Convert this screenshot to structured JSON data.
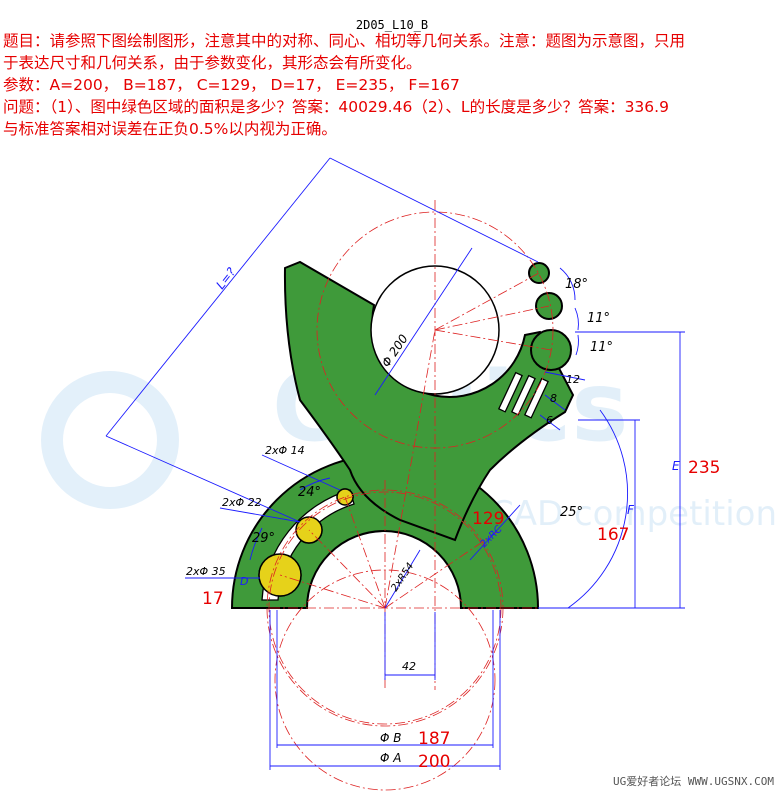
{
  "drawing_code": "2D05_L10_B",
  "task": {
    "line1": "题目：请参照下图绘制图形，注意其中的对称、同心、相切等几何关系。注意：题图为示意图，只用",
    "line2": "于表达尺寸和几何关系，由于参数变化，其形态会有所变化。",
    "params": "参数：A=200，  B=187，  C=129，  D=17，  E=235，  F=167",
    "question": "问题：（1）、图中绿色区域的面积是多少？答案：40029.46（2）、L的长度是多少？答案：336.9",
    "tolerance": "与标准答案相对误差在正负0.5%以内视为正确。"
  },
  "dims": {
    "L": "L=?",
    "dia200": "Φ 200",
    "ang18": "18°",
    "ang11a": "11°",
    "ang11b": "11°",
    "d12": "12",
    "d8": "8",
    "d6": "6",
    "ang25": "25°",
    "F": "F",
    "E": "E",
    "hole14": "2xΦ 14",
    "hole22": "2xΦ 22",
    "hole35": "2xΦ 35",
    "ang24": "24°",
    "ang29": "29°",
    "D": "D",
    "R54": "2xR54",
    "RC": "2xRC",
    "d42": "42",
    "diaB": "Φ B",
    "diaA": "Φ A"
  },
  "values": {
    "C": "129",
    "F": "167",
    "E": "235",
    "D": "17",
    "B": "187",
    "A": "200"
  },
  "watermark_bg": "CAD competition",
  "watermark": "UG爱好者论坛 WWW.UGSNX.COM",
  "colors": {
    "green": "#3f9a3a",
    "yellow": "#e6d21a",
    "red_text": "#e60000",
    "dim_blue": "#1a1aff",
    "center_red": "#dd2222"
  }
}
